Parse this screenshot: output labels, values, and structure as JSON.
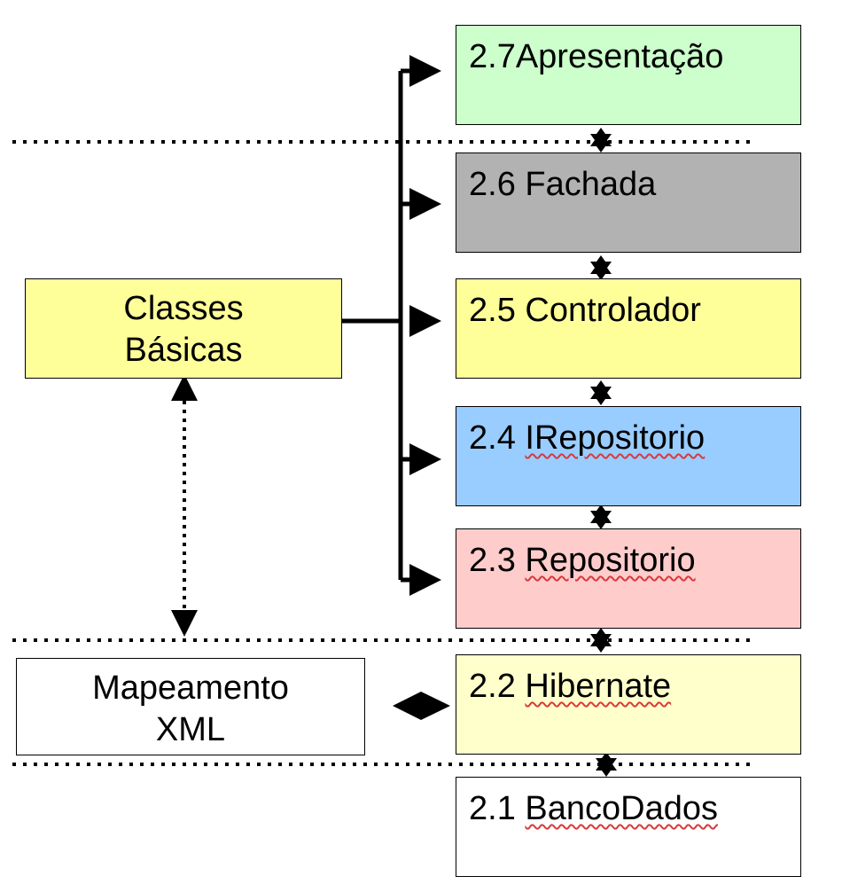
{
  "layers": [
    {
      "id": "apresentacao",
      "number": "2.7",
      "name": "Apresentação",
      "separator": "",
      "fill": "#ccffcc",
      "spell": false
    },
    {
      "id": "fachada",
      "number": "2.6",
      "name": "Fachada",
      "separator": " ",
      "fill": "#b2b2b2",
      "spell": false
    },
    {
      "id": "controlador",
      "number": "2.5",
      "name": "Controlador",
      "separator": " ",
      "fill": "#ffff99",
      "spell": false
    },
    {
      "id": "irepositorio",
      "number": "2.4",
      "name": "IRepositorio",
      "separator": " ",
      "fill": "#99ccff",
      "spell": true
    },
    {
      "id": "repositorio",
      "number": "2.3",
      "name": "Repositorio",
      "separator": " ",
      "fill": "#ffcccc",
      "spell": true
    },
    {
      "id": "hibernate",
      "number": "2.2",
      "name": "Hibernate",
      "separator": " ",
      "fill": "#ffffcc",
      "spell": true
    },
    {
      "id": "bancodados",
      "number": "2.1",
      "name": "BancoDados",
      "separator": " ",
      "fill": "#ffffff",
      "spell": true
    }
  ],
  "classes_basicas": {
    "line1": "Classes",
    "line2": "Básicas",
    "fill": "#ffff99"
  },
  "mapeamento": {
    "line1": "Mapeamento",
    "line2": "XML",
    "fill": "#ffffff"
  },
  "colors": {
    "line": "#000000",
    "spellcheck": "#d93a3a"
  }
}
